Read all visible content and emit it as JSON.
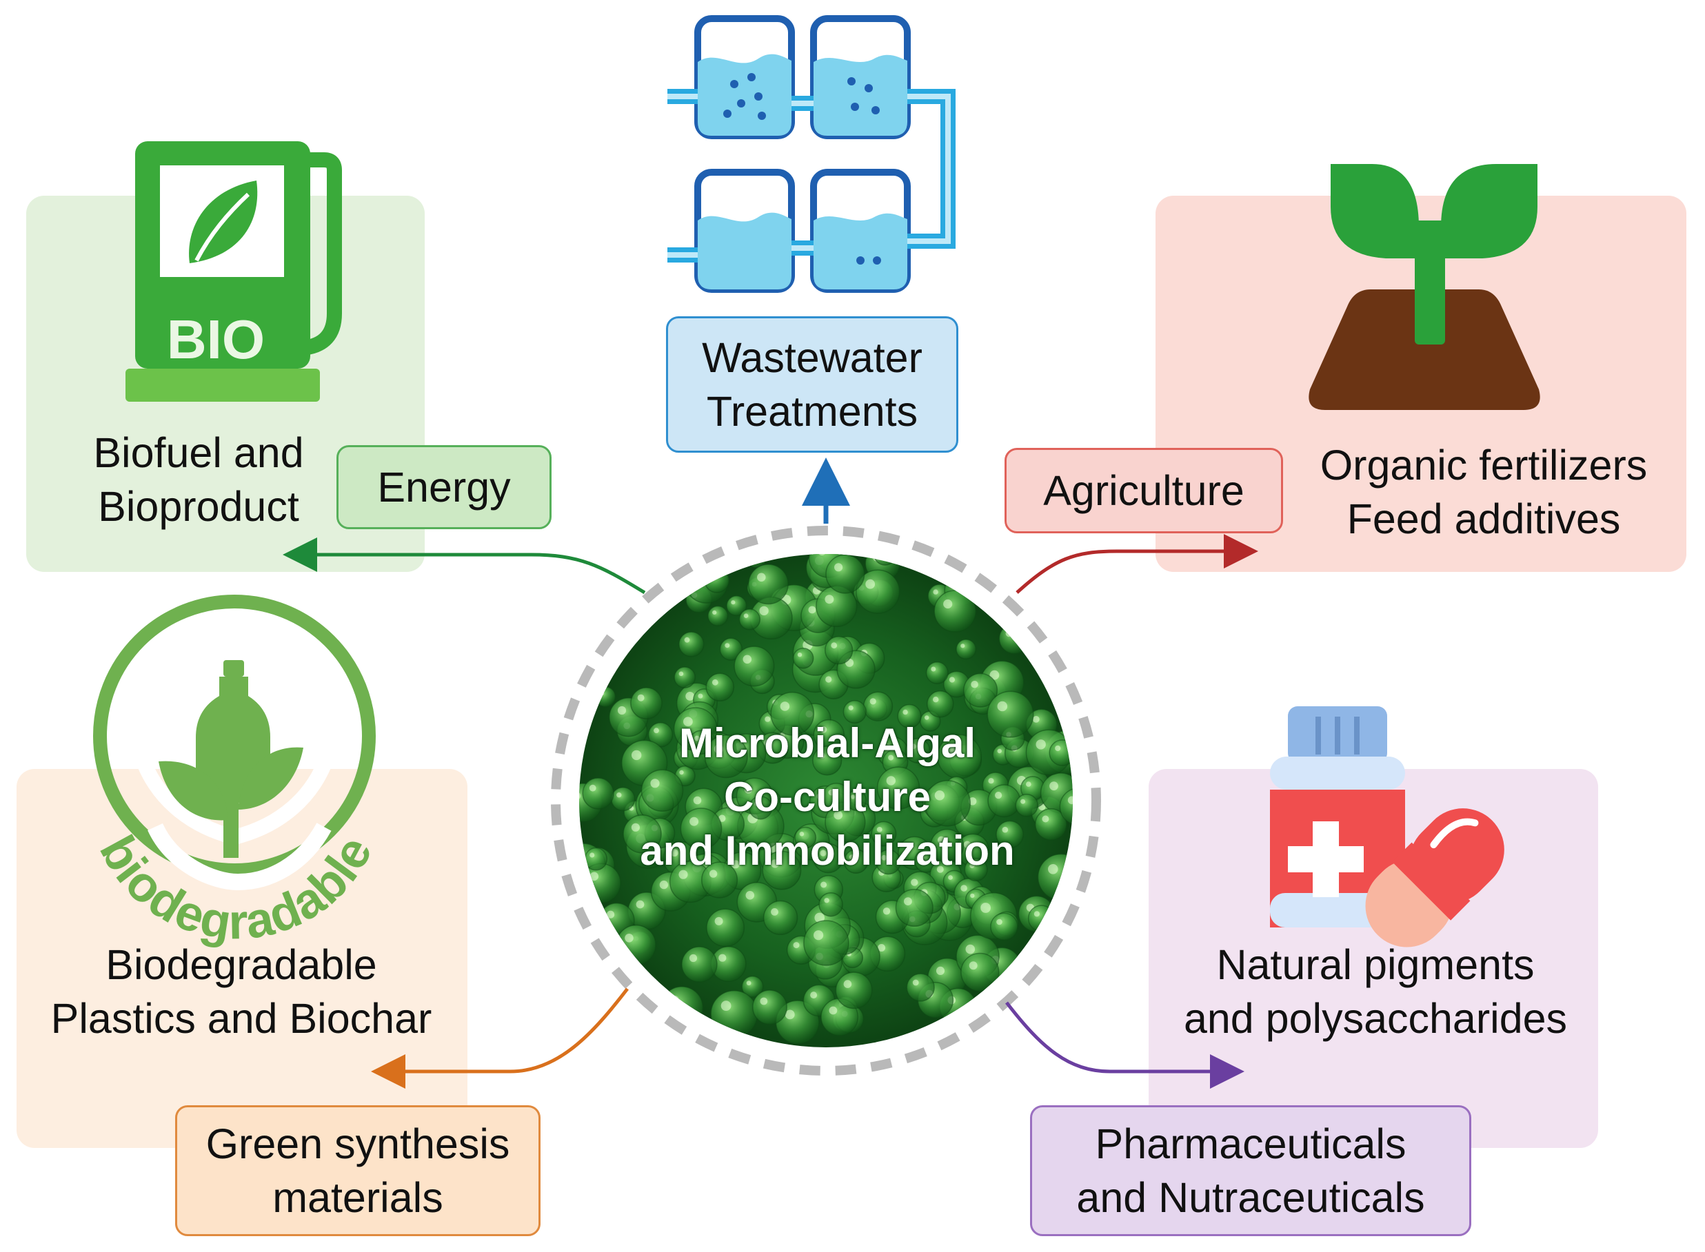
{
  "center": {
    "title_lines": [
      "Microbial-Algal",
      "Co-culture",
      "and Immobilization"
    ]
  },
  "wastewater": {
    "label": "Wastewater\nTreatments",
    "color": "#1f6fb8",
    "icon": "water-treatment-tanks-icon"
  },
  "energy": {
    "tag": "Energy",
    "panel_label": "Biofuel and\nBioproduct",
    "icon_text": "BIO",
    "color": "#1e8a3a",
    "icon": "bio-fuel-pump-icon"
  },
  "agriculture": {
    "tag": "Agriculture",
    "panel_label": "Organic fertilizers\nFeed additives",
    "color": "#b32a2a",
    "icon": "sprout-icon"
  },
  "materials": {
    "tag": "Green synthesis\nmaterials",
    "panel_label": "Biodegradable\nPlastics and Biochar",
    "icon_text": "biodegradable",
    "color": "#d9701c",
    "icon": "biodegradable-bottle-icon"
  },
  "pharma": {
    "tag": "Pharmaceuticals\nand Nutraceuticals",
    "panel_label": "Natural pigments\nand polysaccharides",
    "color": "#6a3fa0",
    "icon": "medicine-bottle-capsule-icon"
  }
}
